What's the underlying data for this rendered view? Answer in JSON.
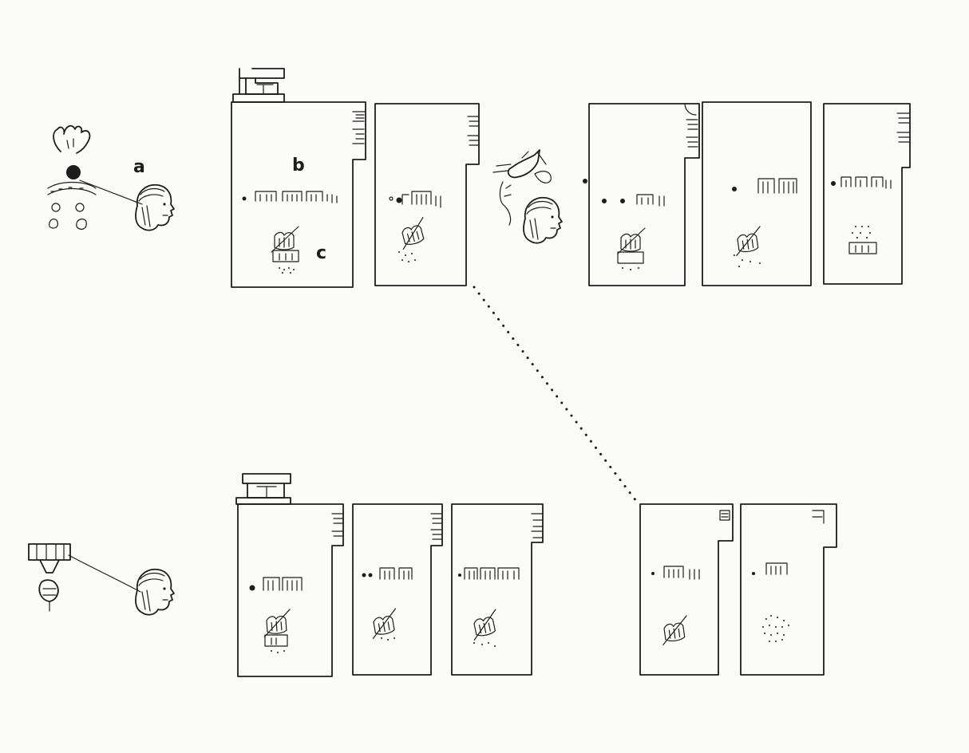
{
  "labels": {
    "a": "a",
    "b": "b",
    "c": "c"
  },
  "ink_color": "#1d1d1d",
  "paper_color": "#fbfbfa"
}
